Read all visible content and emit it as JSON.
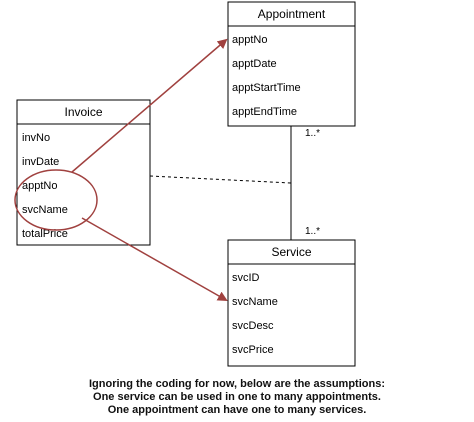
{
  "classes": {
    "appointment": {
      "title": "Appointment",
      "attributes": [
        "apptNo",
        "apptDate",
        "apptStartTime",
        "apptEndTime"
      ]
    },
    "invoice": {
      "title": "Invoice",
      "attributes": [
        "invNo",
        "invDate",
        "apptNo",
        "svcName",
        "totalPrice"
      ]
    },
    "service": {
      "title": "Service",
      "attributes": [
        "svcID",
        "svcName",
        "svcDesc",
        "svcPrice"
      ]
    }
  },
  "association": {
    "multiplicity_appointment_end": "1..*",
    "multiplicity_service_end": "1..*"
  },
  "caption": {
    "line1": "Ignoring the coding for now, below are the assumptions:",
    "line2": "One service can be used in one to many appointments.",
    "line3": "One appointment can have one to many services."
  },
  "colors": {
    "annotation": "#a0413f",
    "border": "#000000"
  }
}
